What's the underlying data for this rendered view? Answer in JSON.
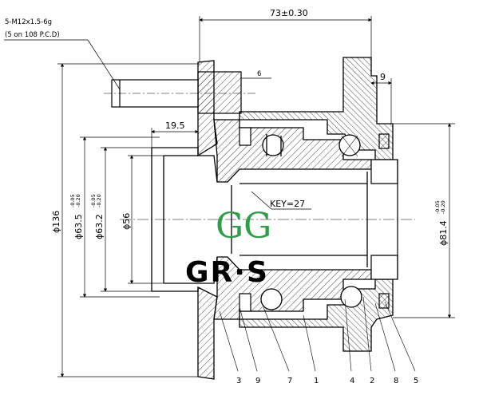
{
  "spec": {
    "thread": "5-M12x1.5-6g",
    "pcd": "(5 on 108 P.C.D)"
  },
  "dimensions": {
    "overall_length": "73±0.30",
    "d136": "ϕ136",
    "d63_5": "ϕ63.5",
    "d63_5_tol_upper": "-0.05",
    "d63_5_tol_lower": "-0.20",
    "d63_2": "ϕ63.2",
    "d63_2_tol_upper": "-0.05",
    "d63_2_tol_lower": "-0.20",
    "d56": "ϕ56",
    "d81_4": "ϕ81.4",
    "d81_4_tol_upper": "-0.05",
    "d81_4_tol_lower": "-0.20",
    "len19_5": "19.5",
    "len9": "9",
    "len6": "6"
  },
  "key_label": "KEY=27",
  "logo": {
    "text": "GR·S",
    "mark_letters": "GG"
  },
  "part_numbers": [
    "3",
    "9",
    "7",
    "1",
    "4",
    "2",
    "8",
    "5"
  ],
  "colors": {
    "logo_green": "#2f9e4a",
    "logo_black": "#000000"
  }
}
